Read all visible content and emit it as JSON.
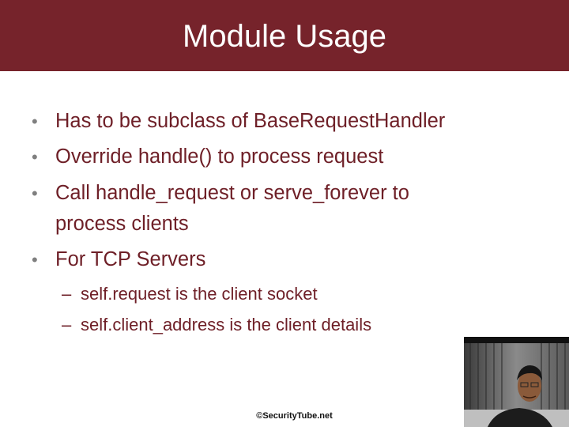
{
  "slide": {
    "title": "Module Usage",
    "bullets": [
      {
        "text": "Has to be subclass of BaseRequestHandler"
      },
      {
        "text": "Override handle() to process request"
      },
      {
        "text_line1": "Call handle_request or serve_forever to",
        "text_line2": "process clients"
      },
      {
        "text": "For TCP Servers"
      }
    ],
    "sub_bullets": [
      {
        "text": "self.request is the client socket"
      },
      {
        "text": "self.client_address is the client details"
      }
    ],
    "bullet_glyph": "•",
    "dash_glyph": "–",
    "footer": "©SecurityTube.net"
  },
  "colors": {
    "title_bar": "#76232b",
    "title_text": "#ffffff",
    "body_text": "#6e1f27",
    "bullet_dot": "#7f7f7f"
  },
  "webcam": {
    "icon": "presenter-video-feed"
  }
}
